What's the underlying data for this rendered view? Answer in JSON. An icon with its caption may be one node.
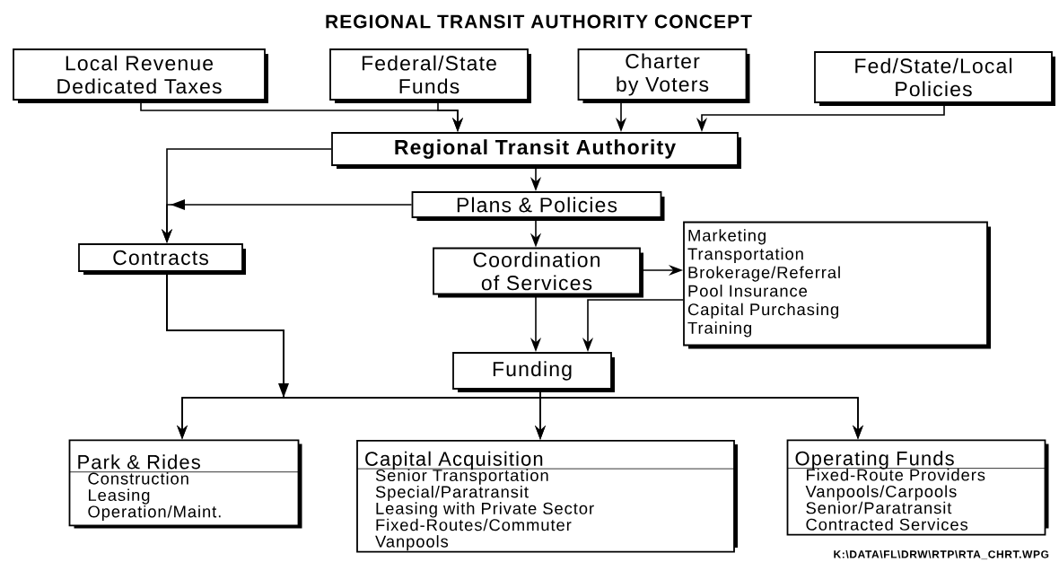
{
  "diagram": {
    "title": "REGIONAL TRANSIT AUTHORITY CONCEPT",
    "nodes": [
      {
        "text": [
          "Local Revenue Dedicated Taxes"
        ]
      },
      {
        "text": [
          "Federal/State Funds"
        ]
      },
      {
        "text": [
          "Charter by Voters"
        ]
      },
      {
        "text": [
          "Fed/State/Local Policies"
        ]
      },
      {
        "text": [
          "Regional Transit Authority"
        ]
      },
      {
        "text": [
          "Plans & Policies"
        ]
      },
      {
        "text": [
          "Contracts"
        ]
      },
      {
        "text": [
          "Coordination of Services"
        ]
      },
      {
        "text": [
          "Marketing",
          "Transportation",
          "Brokerage/Referral",
          "Pool Insurance",
          "Capital Purchasing",
          "Training"
        ]
      },
      {
        "text": [
          "Funding"
        ]
      },
      {
        "text": [
          "Park & Rides",
          "Construction",
          "Leasing",
          "Operation/Maint."
        ]
      },
      {
        "text": [
          "Capital Acquisition",
          "Senior Transportation",
          "Special/Paratransit",
          "Leasing with Private Sector",
          "Fixed-Routes/Commuter",
          "Vanpools"
        ]
      },
      {
        "text": [
          "Operating Funds",
          "Fixed-Route Providers",
          "Vanpools/Carpools",
          "Senior/Paratransit",
          "Contracted Services"
        ]
      }
    ],
    "edges": [
      {
        "from": 0,
        "to": 4,
        "arrow": "to"
      },
      {
        "from": 1,
        "to": 4,
        "arrow": "to"
      },
      {
        "from": 2,
        "to": 4,
        "arrow": "to"
      },
      {
        "from": 3,
        "to": 4,
        "arrow": "to"
      },
      {
        "from": 4,
        "to": 6,
        "arrow": "to"
      },
      {
        "from": 4,
        "to": 5,
        "arrow": "to"
      },
      {
        "from": 5,
        "to": 6,
        "arrow": "to"
      },
      {
        "from": 5,
        "to": 7,
        "arrow": "to"
      },
      {
        "from": 7,
        "to": 8,
        "arrow": "to"
      },
      {
        "from": 7,
        "to": 9,
        "arrow": "to"
      },
      {
        "from": 8,
        "to": 9,
        "arrow": "to"
      },
      {
        "from": 6,
        "to": 10,
        "arrow": "to"
      },
      {
        "from": 6,
        "to": 11,
        "arrow": "to"
      },
      {
        "from": 6,
        "to": 12,
        "arrow": "to"
      },
      {
        "from": 9,
        "to": 10,
        "arrow": "to"
      },
      {
        "from": 9,
        "to": 11,
        "arrow": "to"
      },
      {
        "from": 9,
        "to": 12,
        "arrow": "to"
      }
    ],
    "labels": [
      "K:\\DATA\\FL\\DRW\\RTP\\RTA_CHRT.WPG"
    ]
  }
}
